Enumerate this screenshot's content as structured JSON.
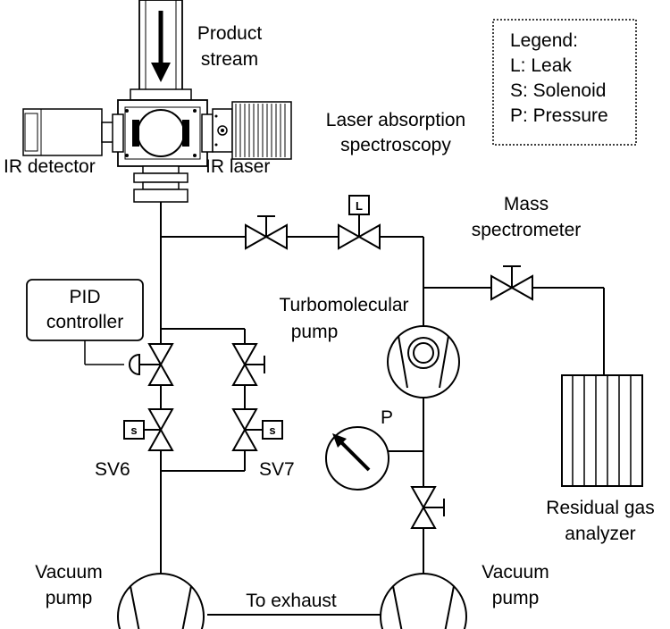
{
  "labels": {
    "product_stream": [
      "Product",
      "stream"
    ],
    "ir_detector": "IR detector",
    "ir_laser": "IR laser",
    "laser_absorption": [
      "Laser absorption",
      "spectroscopy"
    ],
    "mass_spectrometer": [
      "Mass",
      "spectrometer"
    ],
    "turbomolecular_pump": [
      "Turbomolecular",
      "pump"
    ],
    "pid_controller": [
      "PID",
      "controller"
    ],
    "sv6": "SV6",
    "sv7": "SV7",
    "pressure_gauge": "P",
    "residual_gas_analyzer": [
      "Residual gas",
      "analyzer"
    ],
    "vacuum_pump_left": [
      "Vacuum",
      "pump"
    ],
    "vacuum_pump_right": [
      "Vacuum",
      "pump"
    ],
    "to_exhaust": "To exhaust",
    "leak_tag": "L",
    "solenoid_tag": "S"
  },
  "legend": {
    "title": "Legend:",
    "items": [
      "L: Leak",
      "S: Solenoid",
      "P: Pressure"
    ]
  },
  "icons": {
    "arrow": "arrow-down-icon",
    "valve": "valve-icon",
    "pump": "pump-icon",
    "gauge": "pressure-gauge-icon"
  }
}
